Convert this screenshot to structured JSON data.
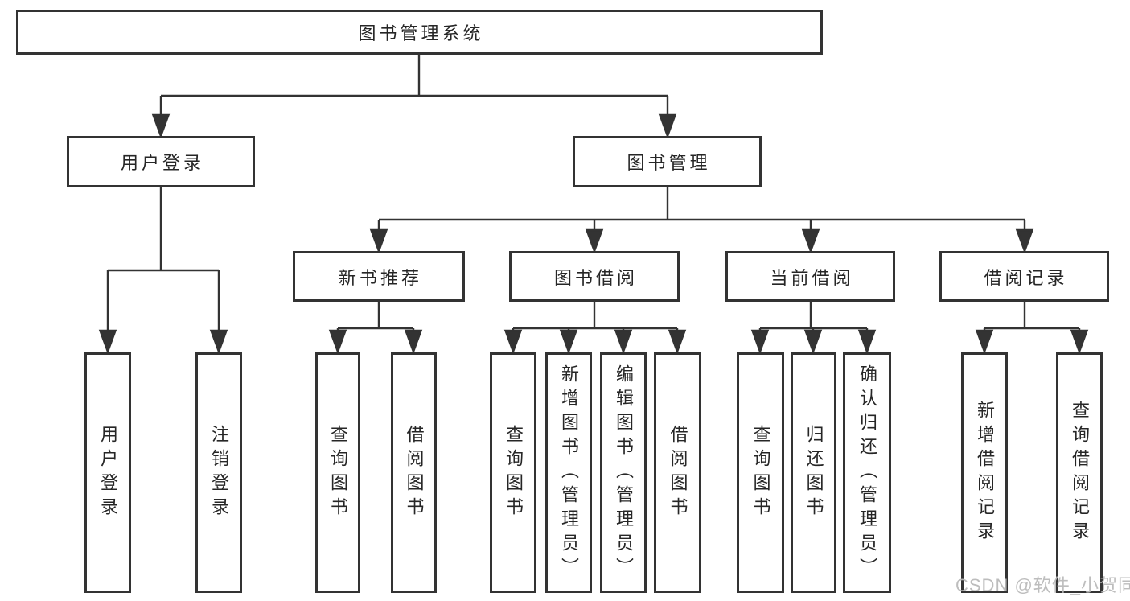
{
  "diagram": {
    "type": "tree",
    "root": {
      "label": "图书管理系统",
      "children": [
        {
          "label": "用户登录",
          "children": [
            {
              "label": "用户登录"
            },
            {
              "label": "注销登录"
            }
          ]
        },
        {
          "label": "图书管理",
          "children": [
            {
              "label": "新书推荐",
              "children": [
                {
                  "label": "查询图书"
                },
                {
                  "label": "借阅图书"
                }
              ]
            },
            {
              "label": "图书借阅",
              "children": [
                {
                  "label": "查询图书"
                },
                {
                  "label": "新增图书（管理员）"
                },
                {
                  "label": "编辑图书（管理员）"
                },
                {
                  "label": "借阅图书"
                }
              ]
            },
            {
              "label": "当前借阅",
              "children": [
                {
                  "label": "查询图书"
                },
                {
                  "label": "归还图书"
                },
                {
                  "label": "确认归还（管理员）"
                }
              ]
            },
            {
              "label": "借阅记录",
              "children": [
                {
                  "label": "新增借阅记录"
                },
                {
                  "label": "查询借阅记录"
                }
              ]
            }
          ]
        }
      ]
    }
  },
  "watermark": {
    "text": "CSDN @软件_小贺同学"
  },
  "colors": {
    "line": "#333333",
    "box_border": "#333333",
    "text": "#262626",
    "background": "#ffffff",
    "watermark": "#b9b9b9"
  }
}
